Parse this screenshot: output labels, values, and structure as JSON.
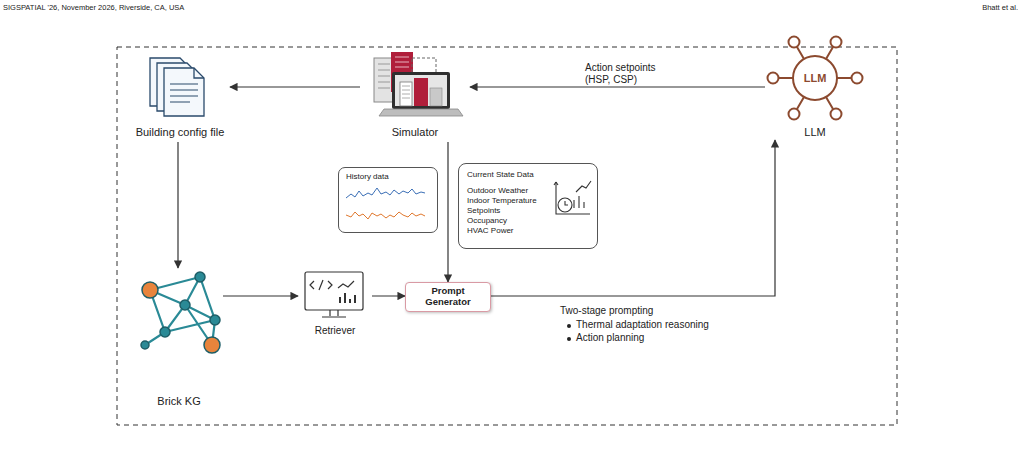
{
  "diagram": {
    "nodes": [
      {
        "text": [
          "Building config file"
        ]
      },
      {
        "text": [
          "Simulator"
        ]
      },
      {
        "text": [
          "LLM",
          "LLM"
        ]
      },
      {
        "text": [
          "History data"
        ]
      },
      {
        "text": [
          "Current State Data",
          "Outdoor Weather",
          "Indoor Temperature",
          "Setpoints",
          "Occupancy",
          "HVAC Power"
        ]
      },
      {
        "text": [
          "Brick KG"
        ]
      },
      {
        "text": [
          "Retriever"
        ]
      },
      {
        "text": [
          "Prompt Generator"
        ]
      }
    ],
    "edges": [
      {
        "from": 1,
        "to": 0,
        "arrow": "to"
      },
      {
        "from": 2,
        "to": 1,
        "arrow": "to",
        "label": "Action setpoints (HSP, CSP)"
      },
      {
        "from": 0,
        "to": 5,
        "arrow": "to"
      },
      {
        "from": 5,
        "to": 6,
        "arrow": "to"
      },
      {
        "from": 6,
        "to": 7,
        "arrow": "to"
      },
      {
        "from": 1,
        "to": 7,
        "arrow": "to"
      },
      {
        "from": 7,
        "to": 2,
        "arrow": "to",
        "label": "Two-stage prompting"
      }
    ],
    "labels": [
      "SIGSPATIAL '26, November 2026, Riverside, CA, USA",
      "Bhatt et al.",
      "Thermal adaptation reasoning",
      "Action planning"
    ]
  }
}
